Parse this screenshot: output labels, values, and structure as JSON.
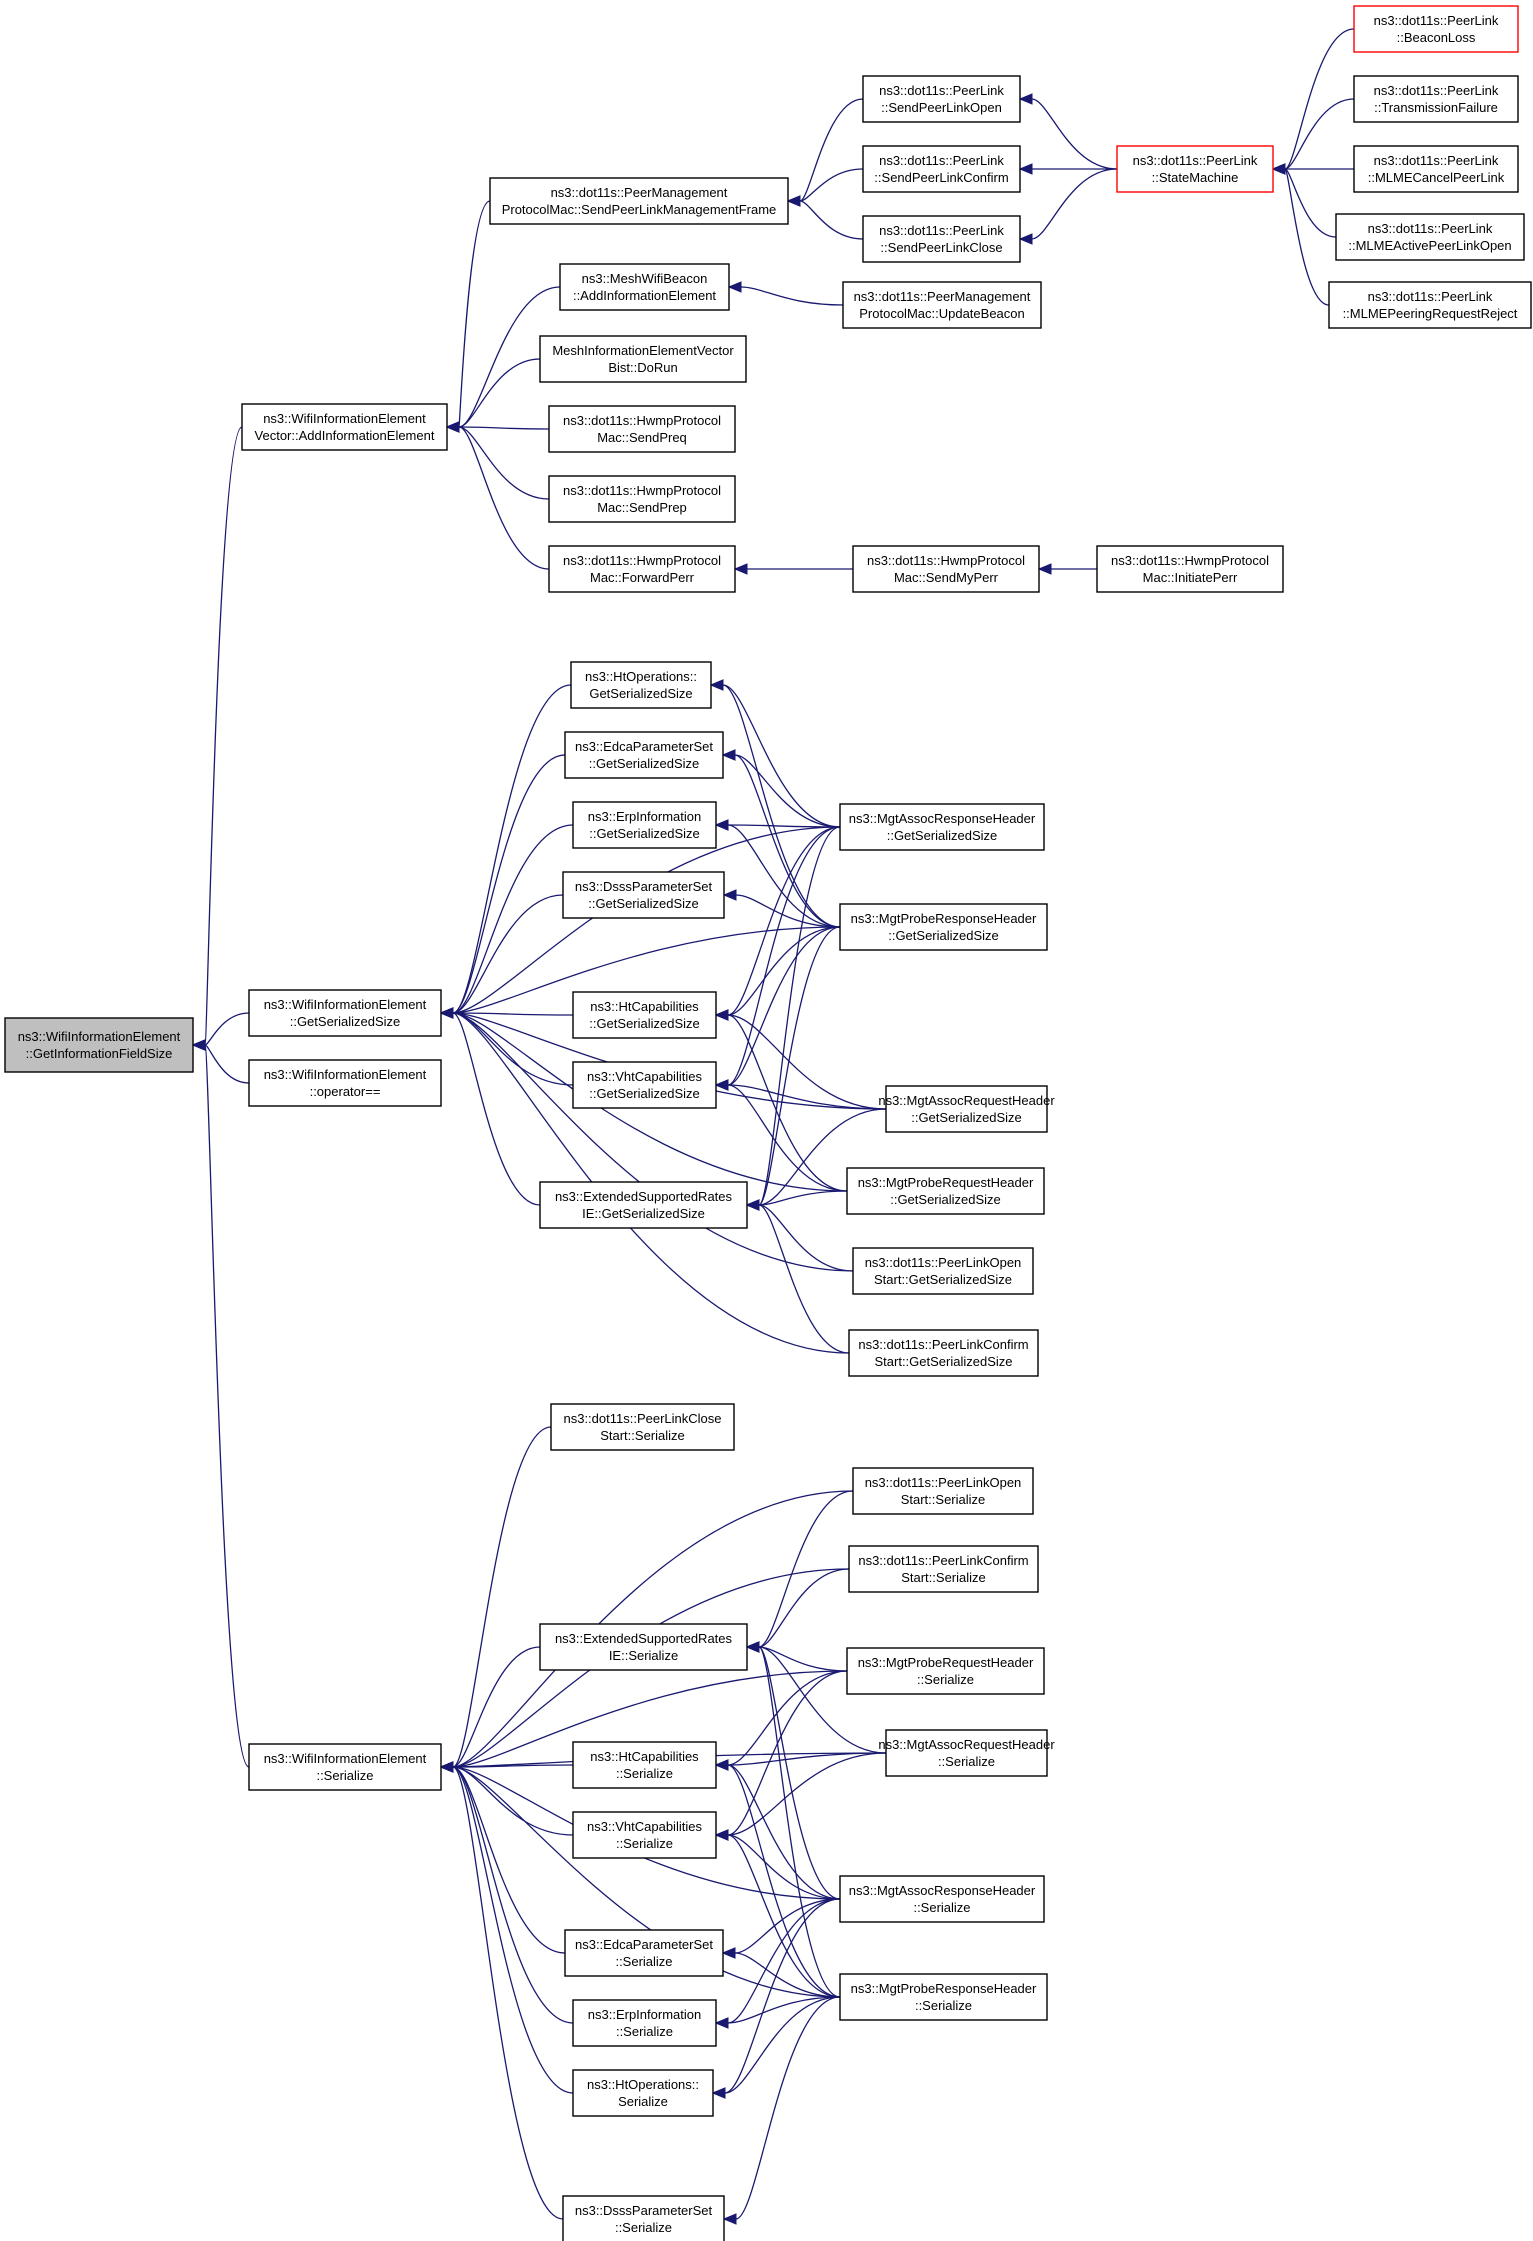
{
  "nodes": [
    {
      "id": "root",
      "lines": [
        "ns3::WifiInformationElement",
        "::GetInformationFieldSize"
      ]
    },
    {
      "id": "wiev_add",
      "lines": [
        "ns3::WifiInformationElement",
        "Vector::AddInformationElement"
      ]
    },
    {
      "id": "wie_gss",
      "lines": [
        "ns3::WifiInformationElement",
        "::GetSerializedSize"
      ]
    },
    {
      "id": "wie_eq",
      "lines": [
        "ns3::WifiInformationElement",
        "::operator=="
      ]
    },
    {
      "id": "wie_ser",
      "lines": [
        "ns3::WifiInformationElement",
        "::Serialize"
      ]
    },
    {
      "id": "pmp_send",
      "lines": [
        "ns3::dot11s::PeerManagement",
        "ProtocolMac::SendPeerLinkManagementFrame"
      ]
    },
    {
      "id": "mwb_add",
      "lines": [
        "ns3::MeshWifiBeacon",
        "::AddInformationElement"
      ]
    },
    {
      "id": "mievb_run",
      "lines": [
        "MeshInformationElementVector",
        "Bist::DoRun"
      ]
    },
    {
      "id": "hwmp_preq",
      "lines": [
        "ns3::dot11s::HwmpProtocol",
        "Mac::SendPreq"
      ]
    },
    {
      "id": "hwmp_prep",
      "lines": [
        "ns3::dot11s::HwmpProtocol",
        "Mac::SendPrep"
      ]
    },
    {
      "id": "hwmp_fperr",
      "lines": [
        "ns3::dot11s::HwmpProtocol",
        "Mac::ForwardPerr"
      ]
    },
    {
      "id": "pl_open",
      "lines": [
        "ns3::dot11s::PeerLink",
        "::SendPeerLinkOpen"
      ]
    },
    {
      "id": "pl_confirm",
      "lines": [
        "ns3::dot11s::PeerLink",
        "::SendPeerLinkConfirm"
      ]
    },
    {
      "id": "pl_close",
      "lines": [
        "ns3::dot11s::PeerLink",
        "::SendPeerLinkClose"
      ]
    },
    {
      "id": "pmp_upd",
      "lines": [
        "ns3::dot11s::PeerManagement",
        "ProtocolMac::UpdateBeacon"
      ]
    },
    {
      "id": "hwmp_myperr",
      "lines": [
        "ns3::dot11s::HwmpProtocol",
        "Mac::SendMyPerr"
      ]
    },
    {
      "id": "hwmp_iperr",
      "lines": [
        "ns3::dot11s::HwmpProtocol",
        "Mac::InitiatePerr"
      ]
    },
    {
      "id": "pl_sm",
      "lines": [
        "ns3::dot11s::PeerLink",
        "::StateMachine"
      ]
    },
    {
      "id": "pl_bl",
      "lines": [
        "ns3::dot11s::PeerLink",
        "::BeaconLoss"
      ]
    },
    {
      "id": "pl_tf",
      "lines": [
        "ns3::dot11s::PeerLink",
        "::TransmissionFailure"
      ]
    },
    {
      "id": "pl_mcancel",
      "lines": [
        "ns3::dot11s::PeerLink",
        "::MLMECancelPeerLink"
      ]
    },
    {
      "id": "pl_mactive",
      "lines": [
        "ns3::dot11s::PeerLink",
        "::MLMEActivePeerLinkOpen"
      ]
    },
    {
      "id": "pl_mreject",
      "lines": [
        "ns3::dot11s::PeerLink",
        "::MLMEPeeringRequestReject"
      ]
    },
    {
      "id": "htop_gss",
      "lines": [
        "ns3::HtOperations::",
        "GetSerializedSize"
      ]
    },
    {
      "id": "edca_gss",
      "lines": [
        "ns3::EdcaParameterSet",
        "::GetSerializedSize"
      ]
    },
    {
      "id": "erp_gss",
      "lines": [
        "ns3::ErpInformation",
        "::GetSerializedSize"
      ]
    },
    {
      "id": "dsss_gss",
      "lines": [
        "ns3::DsssParameterSet",
        "::GetSerializedSize"
      ]
    },
    {
      "id": "htcap_gss",
      "lines": [
        "ns3::HtCapabilities",
        "::GetSerializedSize"
      ]
    },
    {
      "id": "vhtcap_gss",
      "lines": [
        "ns3::VhtCapabilities",
        "::GetSerializedSize"
      ]
    },
    {
      "id": "esr_gss",
      "lines": [
        "ns3::ExtendedSupportedRates",
        "IE::GetSerializedSize"
      ]
    },
    {
      "id": "mars_gss",
      "lines": [
        "ns3::MgtAssocResponseHeader",
        "::GetSerializedSize"
      ]
    },
    {
      "id": "mprs_gss",
      "lines": [
        "ns3::MgtProbeResponseHeader",
        "::GetSerializedSize"
      ]
    },
    {
      "id": "marq_gss",
      "lines": [
        "ns3::MgtAssocRequestHeader",
        "::GetSerializedSize"
      ]
    },
    {
      "id": "mprq_gss",
      "lines": [
        "ns3::MgtProbeRequestHeader",
        "::GetSerializedSize"
      ]
    },
    {
      "id": "plos_gss",
      "lines": [
        "ns3::dot11s::PeerLinkOpen",
        "Start::GetSerializedSize"
      ]
    },
    {
      "id": "plcs_gss",
      "lines": [
        "ns3::dot11s::PeerLinkConfirm",
        "Start::GetSerializedSize"
      ]
    },
    {
      "id": "plcls_ser",
      "lines": [
        "ns3::dot11s::PeerLinkClose",
        "Start::Serialize"
      ]
    },
    {
      "id": "plos_ser",
      "lines": [
        "ns3::dot11s::PeerLinkOpen",
        "Start::Serialize"
      ]
    },
    {
      "id": "plcs_ser",
      "lines": [
        "ns3::dot11s::PeerLinkConfirm",
        "Start::Serialize"
      ]
    },
    {
      "id": "esr_ser",
      "lines": [
        "ns3::ExtendedSupportedRates",
        "IE::Serialize"
      ]
    },
    {
      "id": "mprq_ser",
      "lines": [
        "ns3::MgtProbeRequestHeader",
        "::Serialize"
      ]
    },
    {
      "id": "htcap_ser",
      "lines": [
        "ns3::HtCapabilities",
        "::Serialize"
      ]
    },
    {
      "id": "marq_ser",
      "lines": [
        "ns3::MgtAssocRequestHeader",
        "::Serialize"
      ]
    },
    {
      "id": "vhtcap_ser",
      "lines": [
        "ns3::VhtCapabilities",
        "::Serialize"
      ]
    },
    {
      "id": "mars_ser",
      "lines": [
        "ns3::MgtAssocResponseHeader",
        "::Serialize"
      ]
    },
    {
      "id": "edca_ser",
      "lines": [
        "ns3::EdcaParameterSet",
        "::Serialize"
      ]
    },
    {
      "id": "erp_ser",
      "lines": [
        "ns3::ErpInformation",
        "::Serialize"
      ]
    },
    {
      "id": "mprs_ser",
      "lines": [
        "ns3::MgtProbeResponseHeader",
        "::Serialize"
      ]
    },
    {
      "id": "htop_ser",
      "lines": [
        "ns3::HtOperations::",
        "Serialize"
      ]
    },
    {
      "id": "dsss_ser",
      "lines": [
        "ns3::DsssParameterSet",
        "::Serialize"
      ]
    }
  ],
  "edges": [
    [
      "wiev_add",
      "root"
    ],
    [
      "wie_gss",
      "root"
    ],
    [
      "wie_eq",
      "root"
    ],
    [
      "wie_ser",
      "root"
    ],
    [
      "pmp_send",
      "wiev_add"
    ],
    [
      "mwb_add",
      "wiev_add"
    ],
    [
      "mievb_run",
      "wiev_add"
    ],
    [
      "hwmp_preq",
      "wiev_add"
    ],
    [
      "hwmp_prep",
      "wiev_add"
    ],
    [
      "hwmp_fperr",
      "wiev_add"
    ],
    [
      "pl_open",
      "pmp_send"
    ],
    [
      "pl_confirm",
      "pmp_send"
    ],
    [
      "pl_close",
      "pmp_send"
    ],
    [
      "pmp_upd",
      "mwb_add"
    ],
    [
      "hwmp_myperr",
      "hwmp_fperr"
    ],
    [
      "hwmp_iperr",
      "hwmp_myperr"
    ],
    [
      "pl_sm",
      "pl_open"
    ],
    [
      "pl_sm",
      "pl_confirm"
    ],
    [
      "pl_sm",
      "pl_close"
    ],
    [
      "pl_bl",
      "pl_sm"
    ],
    [
      "pl_tf",
      "pl_sm"
    ],
    [
      "pl_mcancel",
      "pl_sm"
    ],
    [
      "pl_mactive",
      "pl_sm"
    ],
    [
      "pl_mreject",
      "pl_sm"
    ],
    [
      "htop_gss",
      "wie_gss"
    ],
    [
      "edca_gss",
      "wie_gss"
    ],
    [
      "erp_gss",
      "wie_gss"
    ],
    [
      "dsss_gss",
      "wie_gss"
    ],
    [
      "htcap_gss",
      "wie_gss"
    ],
    [
      "vhtcap_gss",
      "wie_gss"
    ],
    [
      "esr_gss",
      "wie_gss"
    ],
    [
      "mars_gss",
      "wie_gss"
    ],
    [
      "mprs_gss",
      "wie_gss"
    ],
    [
      "marq_gss",
      "wie_gss"
    ],
    [
      "mprq_gss",
      "wie_gss"
    ],
    [
      "plos_gss",
      "wie_gss"
    ],
    [
      "plcs_gss",
      "wie_gss"
    ],
    [
      "mars_gss",
      "htop_gss"
    ],
    [
      "mprs_gss",
      "htop_gss"
    ],
    [
      "mars_gss",
      "edca_gss"
    ],
    [
      "mprs_gss",
      "edca_gss"
    ],
    [
      "mars_gss",
      "erp_gss"
    ],
    [
      "mprs_gss",
      "erp_gss"
    ],
    [
      "mprs_gss",
      "dsss_gss"
    ],
    [
      "mars_gss",
      "htcap_gss"
    ],
    [
      "mprs_gss",
      "htcap_gss"
    ],
    [
      "marq_gss",
      "htcap_gss"
    ],
    [
      "mprq_gss",
      "htcap_gss"
    ],
    [
      "mars_gss",
      "vhtcap_gss"
    ],
    [
      "mprs_gss",
      "vhtcap_gss"
    ],
    [
      "marq_gss",
      "vhtcap_gss"
    ],
    [
      "mprq_gss",
      "vhtcap_gss"
    ],
    [
      "mars_gss",
      "esr_gss"
    ],
    [
      "mprs_gss",
      "esr_gss"
    ],
    [
      "marq_gss",
      "esr_gss"
    ],
    [
      "mprq_gss",
      "esr_gss"
    ],
    [
      "plos_gss",
      "esr_gss"
    ],
    [
      "plcs_gss",
      "esr_gss"
    ],
    [
      "plcls_ser",
      "wie_ser"
    ],
    [
      "plos_ser",
      "wie_ser"
    ],
    [
      "plcs_ser",
      "wie_ser"
    ],
    [
      "esr_ser",
      "wie_ser"
    ],
    [
      "mprq_ser",
      "wie_ser"
    ],
    [
      "htcap_ser",
      "wie_ser"
    ],
    [
      "marq_ser",
      "wie_ser"
    ],
    [
      "vhtcap_ser",
      "wie_ser"
    ],
    [
      "mars_ser",
      "wie_ser"
    ],
    [
      "edca_ser",
      "wie_ser"
    ],
    [
      "erp_ser",
      "wie_ser"
    ],
    [
      "mprs_ser",
      "wie_ser"
    ],
    [
      "htop_ser",
      "wie_ser"
    ],
    [
      "dsss_ser",
      "wie_ser"
    ],
    [
      "plos_ser",
      "esr_ser"
    ],
    [
      "plcs_ser",
      "esr_ser"
    ],
    [
      "mprq_ser",
      "esr_ser"
    ],
    [
      "marq_ser",
      "esr_ser"
    ],
    [
      "mars_ser",
      "esr_ser"
    ],
    [
      "mprs_ser",
      "esr_ser"
    ],
    [
      "mprq_ser",
      "htcap_ser"
    ],
    [
      "marq_ser",
      "htcap_ser"
    ],
    [
      "mars_ser",
      "htcap_ser"
    ],
    [
      "mprs_ser",
      "htcap_ser"
    ],
    [
      "mprq_ser",
      "vhtcap_ser"
    ],
    [
      "marq_ser",
      "vhtcap_ser"
    ],
    [
      "mars_ser",
      "vhtcap_ser"
    ],
    [
      "mprs_ser",
      "vhtcap_ser"
    ],
    [
      "mars_ser",
      "edca_ser"
    ],
    [
      "mprs_ser",
      "edca_ser"
    ],
    [
      "mars_ser",
      "erp_ser"
    ],
    [
      "mprs_ser",
      "erp_ser"
    ],
    [
      "mars_ser",
      "htop_ser"
    ],
    [
      "mprs_ser",
      "htop_ser"
    ],
    [
      "mprs_ser",
      "dsss_ser"
    ]
  ],
  "colors": {
    "edge": "#191970",
    "root_fill": "#bfbfbf",
    "truncated_border": "#ff0000"
  },
  "truncated_nodes": [
    "pl_sm",
    "pl_bl"
  ],
  "root_node": "root"
}
